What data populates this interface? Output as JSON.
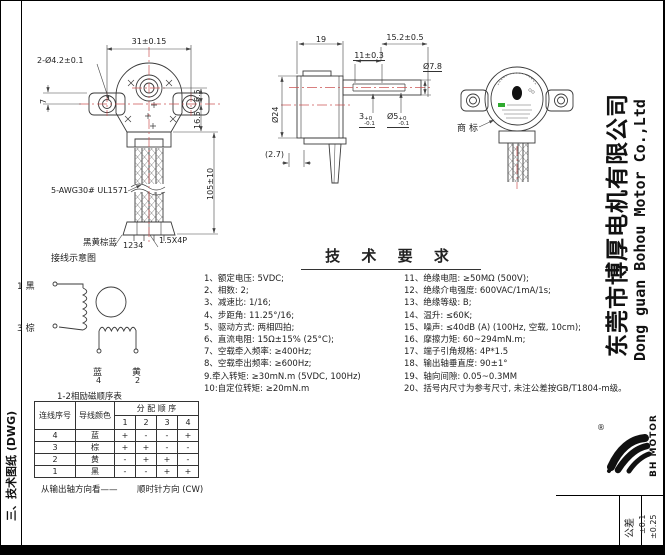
{
  "colors": {
    "centerline": "#cc5555",
    "drawing_line": "#3a3a3a",
    "label_green": "#2faa2f",
    "frame": "#000000"
  },
  "front_view": {
    "width_dim": "31±0.15",
    "holes_label": "2-Ø4.2±0.1",
    "left_dim": "7",
    "right_dim_upper": "6.5",
    "right_dim_lower": "16.5",
    "wire_length_dim": "105±10",
    "wire_label": "5-AWG30# UL1571",
    "wire_colors": "黑黄棕蓝",
    "pin_numbers": "1234",
    "connector_label": "1.5X4P"
  },
  "side_view": {
    "body_depth_dim": "19",
    "shaft_length_dim": "15.2±0.5",
    "slot_length_dim": "11±0.3",
    "shaft_dia_dim": "Ø7.8",
    "body_dia_dim": "Ø24",
    "slot_depth": {
      "value": "3",
      "upper": "+0",
      "lower": "-0.1"
    },
    "slot_dia": {
      "value": "Ø5",
      "upper": "+0",
      "lower": "-0.1"
    },
    "ref_dim": "(2.7)"
  },
  "trademark_view": {
    "callout": "商标"
  },
  "tech_req": {
    "title": "技 术 要 求",
    "left": [
      "1、额定电压: 5VDC;",
      "2、相数: 2;",
      "3、减速比: 1/16;",
      "4、步距角: 11.25°/16;",
      "5、驱动方式: 两相四拍;",
      "6、直流电阻: 15Ω±15% (25°C);",
      "7、空载牵入频率: ≥400Hz;",
      "8、空载牵出频率: ≥600Hz;",
      "9.牵入转矩: ≥30mN.m (5VDC, 100Hz)",
      "10:自定位转矩: ≥20mN.m"
    ],
    "right": [
      "11、绝缘电阻: ≥50MΩ (500V);",
      "12、绝缘介电强度: 600VAC/1mA/1s;",
      "13、绝缘等级: B;",
      "14、温升: ≤60K;",
      "15、噪声: ≤40dB (A) (100Hz, 空载, 10cm);",
      "16、摩擦力矩: 60~294mN.m;",
      "17、端子引角规格: 4P*1.5",
      "18、输出轴垂直度: 90±1°",
      "19、轴向间隙: 0.05~0.3MM",
      "20、括号内尺寸为参考尺寸, 未注公差按GB/T1804-m级。"
    ]
  },
  "wiring": {
    "title": "接线示意图",
    "terminal_1": "1 黑",
    "terminal_3": "3 棕",
    "bottom_left_color": "蓝",
    "bottom_left_num": "4",
    "bottom_right_color": "黄",
    "bottom_right_num": "2"
  },
  "excitation_table": {
    "title": "1-2相励磁顺序表",
    "col_wire_no": "连线序号",
    "col_wire_color": "导线颜色",
    "col_sequence": "分 配 顺 序",
    "seq": [
      "1",
      "2",
      "3",
      "4"
    ],
    "rows": [
      [
        "4",
        "蓝",
        "+",
        "-",
        "-",
        "+"
      ],
      [
        "3",
        "棕",
        "+",
        "+",
        "-",
        "-"
      ],
      [
        "2",
        "黄",
        "-",
        "+",
        "+",
        "-"
      ],
      [
        "1",
        "黑",
        "-",
        "-",
        "+",
        "+"
      ]
    ],
    "note_left": "从输出轴方向看——",
    "note_right": "顺时针方向 (CW)"
  },
  "margins": {
    "left_label": "三、技术图纸 (DWG)",
    "company_cn": "东莞市博厚电机有限公司",
    "company_en": "Dong guan Bohou Motor Co.,Ltd",
    "logo_text": "BH MOTOR",
    "registered_mark": "®",
    "tolerance_label": "公差",
    "tolerance_v1": "±0.1",
    "tolerance_v2": "±0.25"
  }
}
